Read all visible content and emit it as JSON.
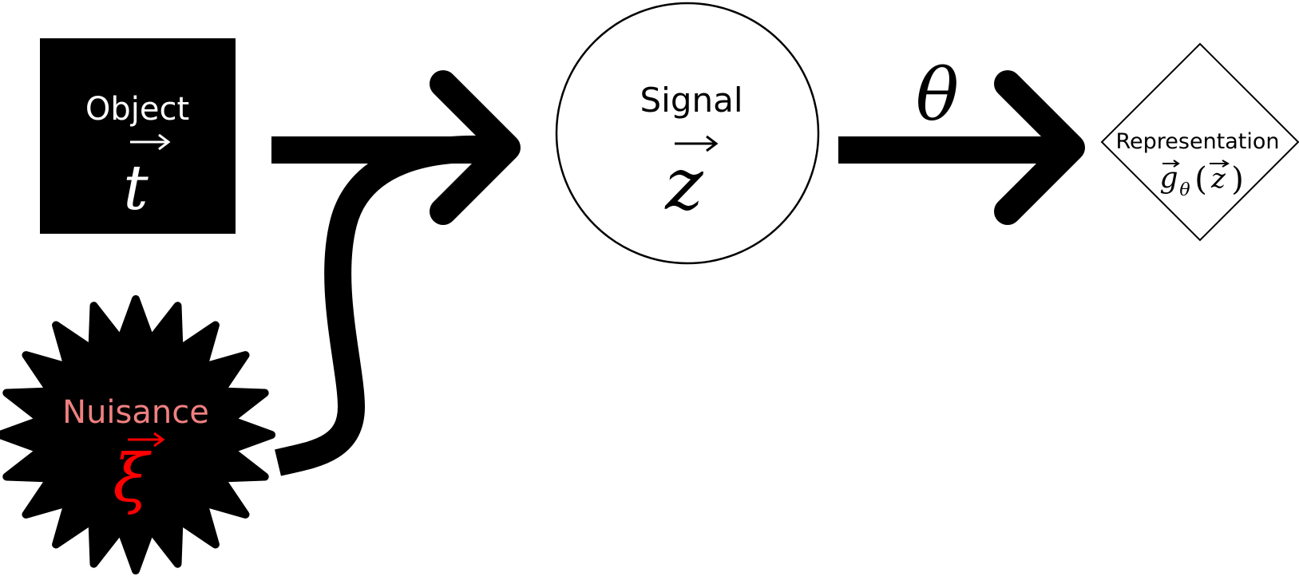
{
  "diagram": {
    "object": {
      "label": "Object",
      "symbol": "t",
      "fill_color": "#000000",
      "text_color": "#ffffff"
    },
    "nuisance": {
      "label": "Nuisance",
      "symbol": "ξ",
      "fill_color": "#000000",
      "label_color": "#f08080",
      "symbol_color": "#ff0000"
    },
    "signal": {
      "label": "Signal",
      "symbol": "z",
      "fill_color": "#ffffff",
      "stroke_color": "#000000"
    },
    "parameter": {
      "symbol": "θ"
    },
    "representation": {
      "label": "Representation",
      "symbol_g": "g",
      "subscript": "θ",
      "open_paren": "(",
      "symbol_z": "z",
      "close_paren": ")",
      "fill_color": "#ffffff",
      "stroke_color": "#000000"
    }
  }
}
